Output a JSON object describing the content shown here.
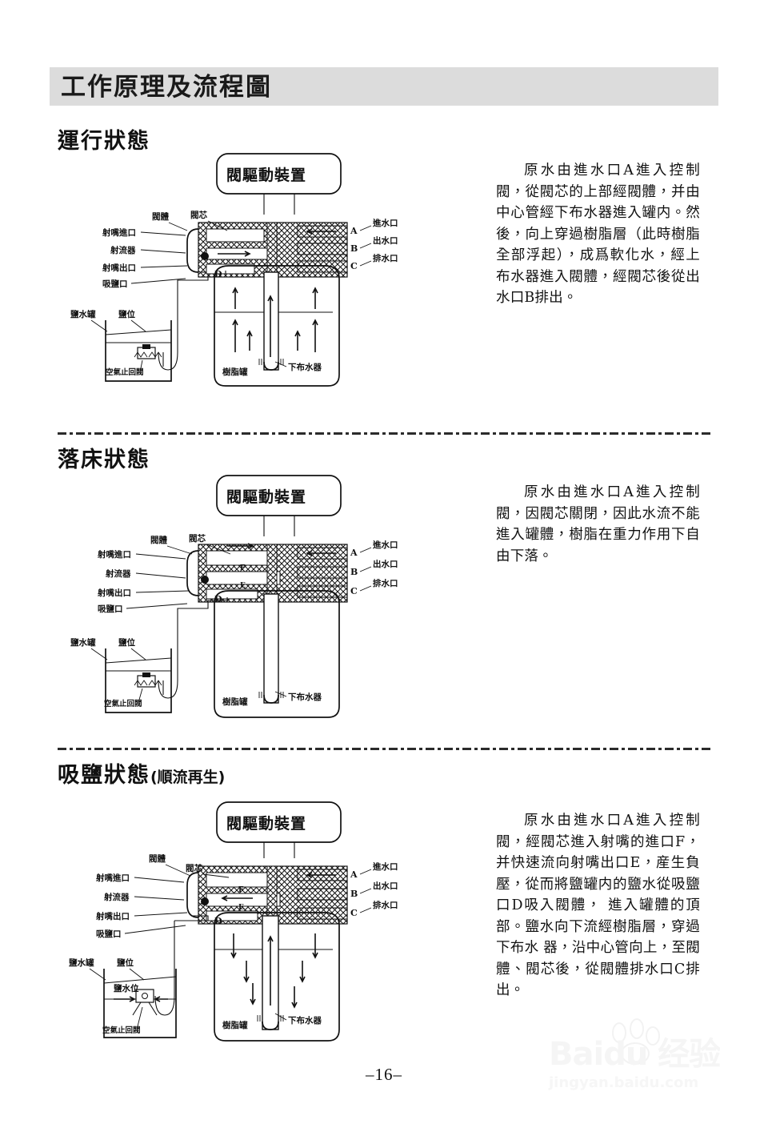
{
  "document": {
    "banner_title": "工作原理及流程圖",
    "page_number": "–16–"
  },
  "watermark": {
    "brand": "Baidu 经验",
    "url": "jingyan.baidu.com"
  },
  "diagram_labels": {
    "valve_drive": "閥驅動裝置",
    "valve_body": "閥體",
    "valve_core": "閥芯",
    "nozzle_inlet": "射嘴進口",
    "ejector": "射流器",
    "nozzle_outlet": "射嘴出口",
    "salt_suction_port": "吸鹽口",
    "water_inlet": "進水口",
    "water_outlet": "出水口",
    "drain_outlet": "排水口",
    "brine_tank": "鹽水罐",
    "salt_level": "鹽位",
    "brine_level": "鹽水位",
    "air_check_valve": "空氣止回閥",
    "resin_tank": "樹脂罐",
    "lower_distributor": "下布水器",
    "mark_a": "A",
    "mark_b": "B",
    "mark_c": "C",
    "mark_d": "D",
    "mark_e": "E",
    "mark_f": "F"
  },
  "sections": [
    {
      "heading": "運行狀態",
      "heading_suffix": "",
      "paragraph": "原水由進水口A進入控制閥，從閥芯的上部經閥體，并由中心管經下布水器進入罐内。然後，向上穿過樹脂層（此時樹脂全部浮起），成爲軟化水，經上布水器進入閥體，經閥芯後從出水口B排出。"
    },
    {
      "heading": "落床狀態",
      "heading_suffix": "",
      "paragraph": "原水由進水口A進入控制閥，因閥芯關閉，因此水流不能進入罐體，樹脂在重力作用下自由下落。"
    },
    {
      "heading": "吸鹽狀態",
      "heading_suffix": "(順流再生)",
      "paragraph": "原水由進水口A進入控制閥，經閥芯進入射嘴的進口F， 并快速流向射嘴出口E，産生負壓，從而將鹽罐内的鹽水從吸鹽口D吸入閥體， 進入罐體的頂部。鹽水向下流經樹脂層，穿過下布水 器，沿中心管向上，至閥體、閥芯後，從閥體排水口C排出。"
    }
  ]
}
